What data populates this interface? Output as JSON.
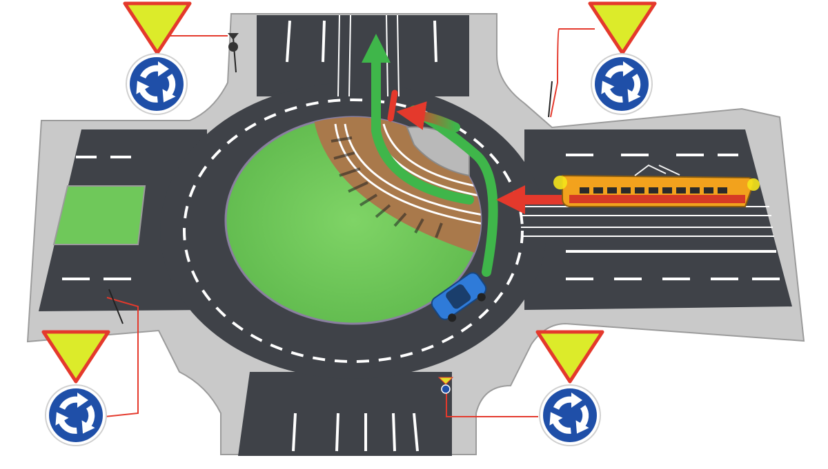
{
  "scene": {
    "description_label": "",
    "colors": {
      "background": "#ffffff",
      "asphalt": "#3f4248",
      "asphalt_dark": "#33363b",
      "sidewalk": "#c9c9c9",
      "sidewalk_edge": "#9b9b9b",
      "grass": "#6fc85a",
      "grass_dark": "#5ab14a",
      "track_bed": "#a9794b",
      "lane_marking": "#ffffff",
      "path_green": "#3fb64a",
      "path_red": "#e4392c",
      "yield_fill": "#dceb2a",
      "yield_border": "#e4392c",
      "roundabout_sign_blue": "#1f4fa8",
      "leader_line": "#e4392c",
      "tram_body": "#f2a21d",
      "tram_stripe": "#d63a25",
      "car_body": "#2f7bd9"
    },
    "icons": {
      "yield_sign": "yield-triangle-icon",
      "roundabout_sign": "roundabout-circle-icon",
      "tram": "tram-icon",
      "car": "car-icon",
      "arrow_straight": "arrow-up-icon",
      "arrow_turn": "arrow-turn-icon"
    },
    "signs": [
      {
        "id": "top-left",
        "name": "sign-top-left"
      },
      {
        "id": "top-right",
        "name": "sign-top-right"
      },
      {
        "id": "bottom-left",
        "name": "sign-bottom-left"
      },
      {
        "id": "bottom-right",
        "name": "sign-bottom-right"
      }
    ],
    "vehicles": [
      {
        "type": "tram",
        "name": "tram"
      },
      {
        "type": "car",
        "name": "car"
      }
    ]
  }
}
